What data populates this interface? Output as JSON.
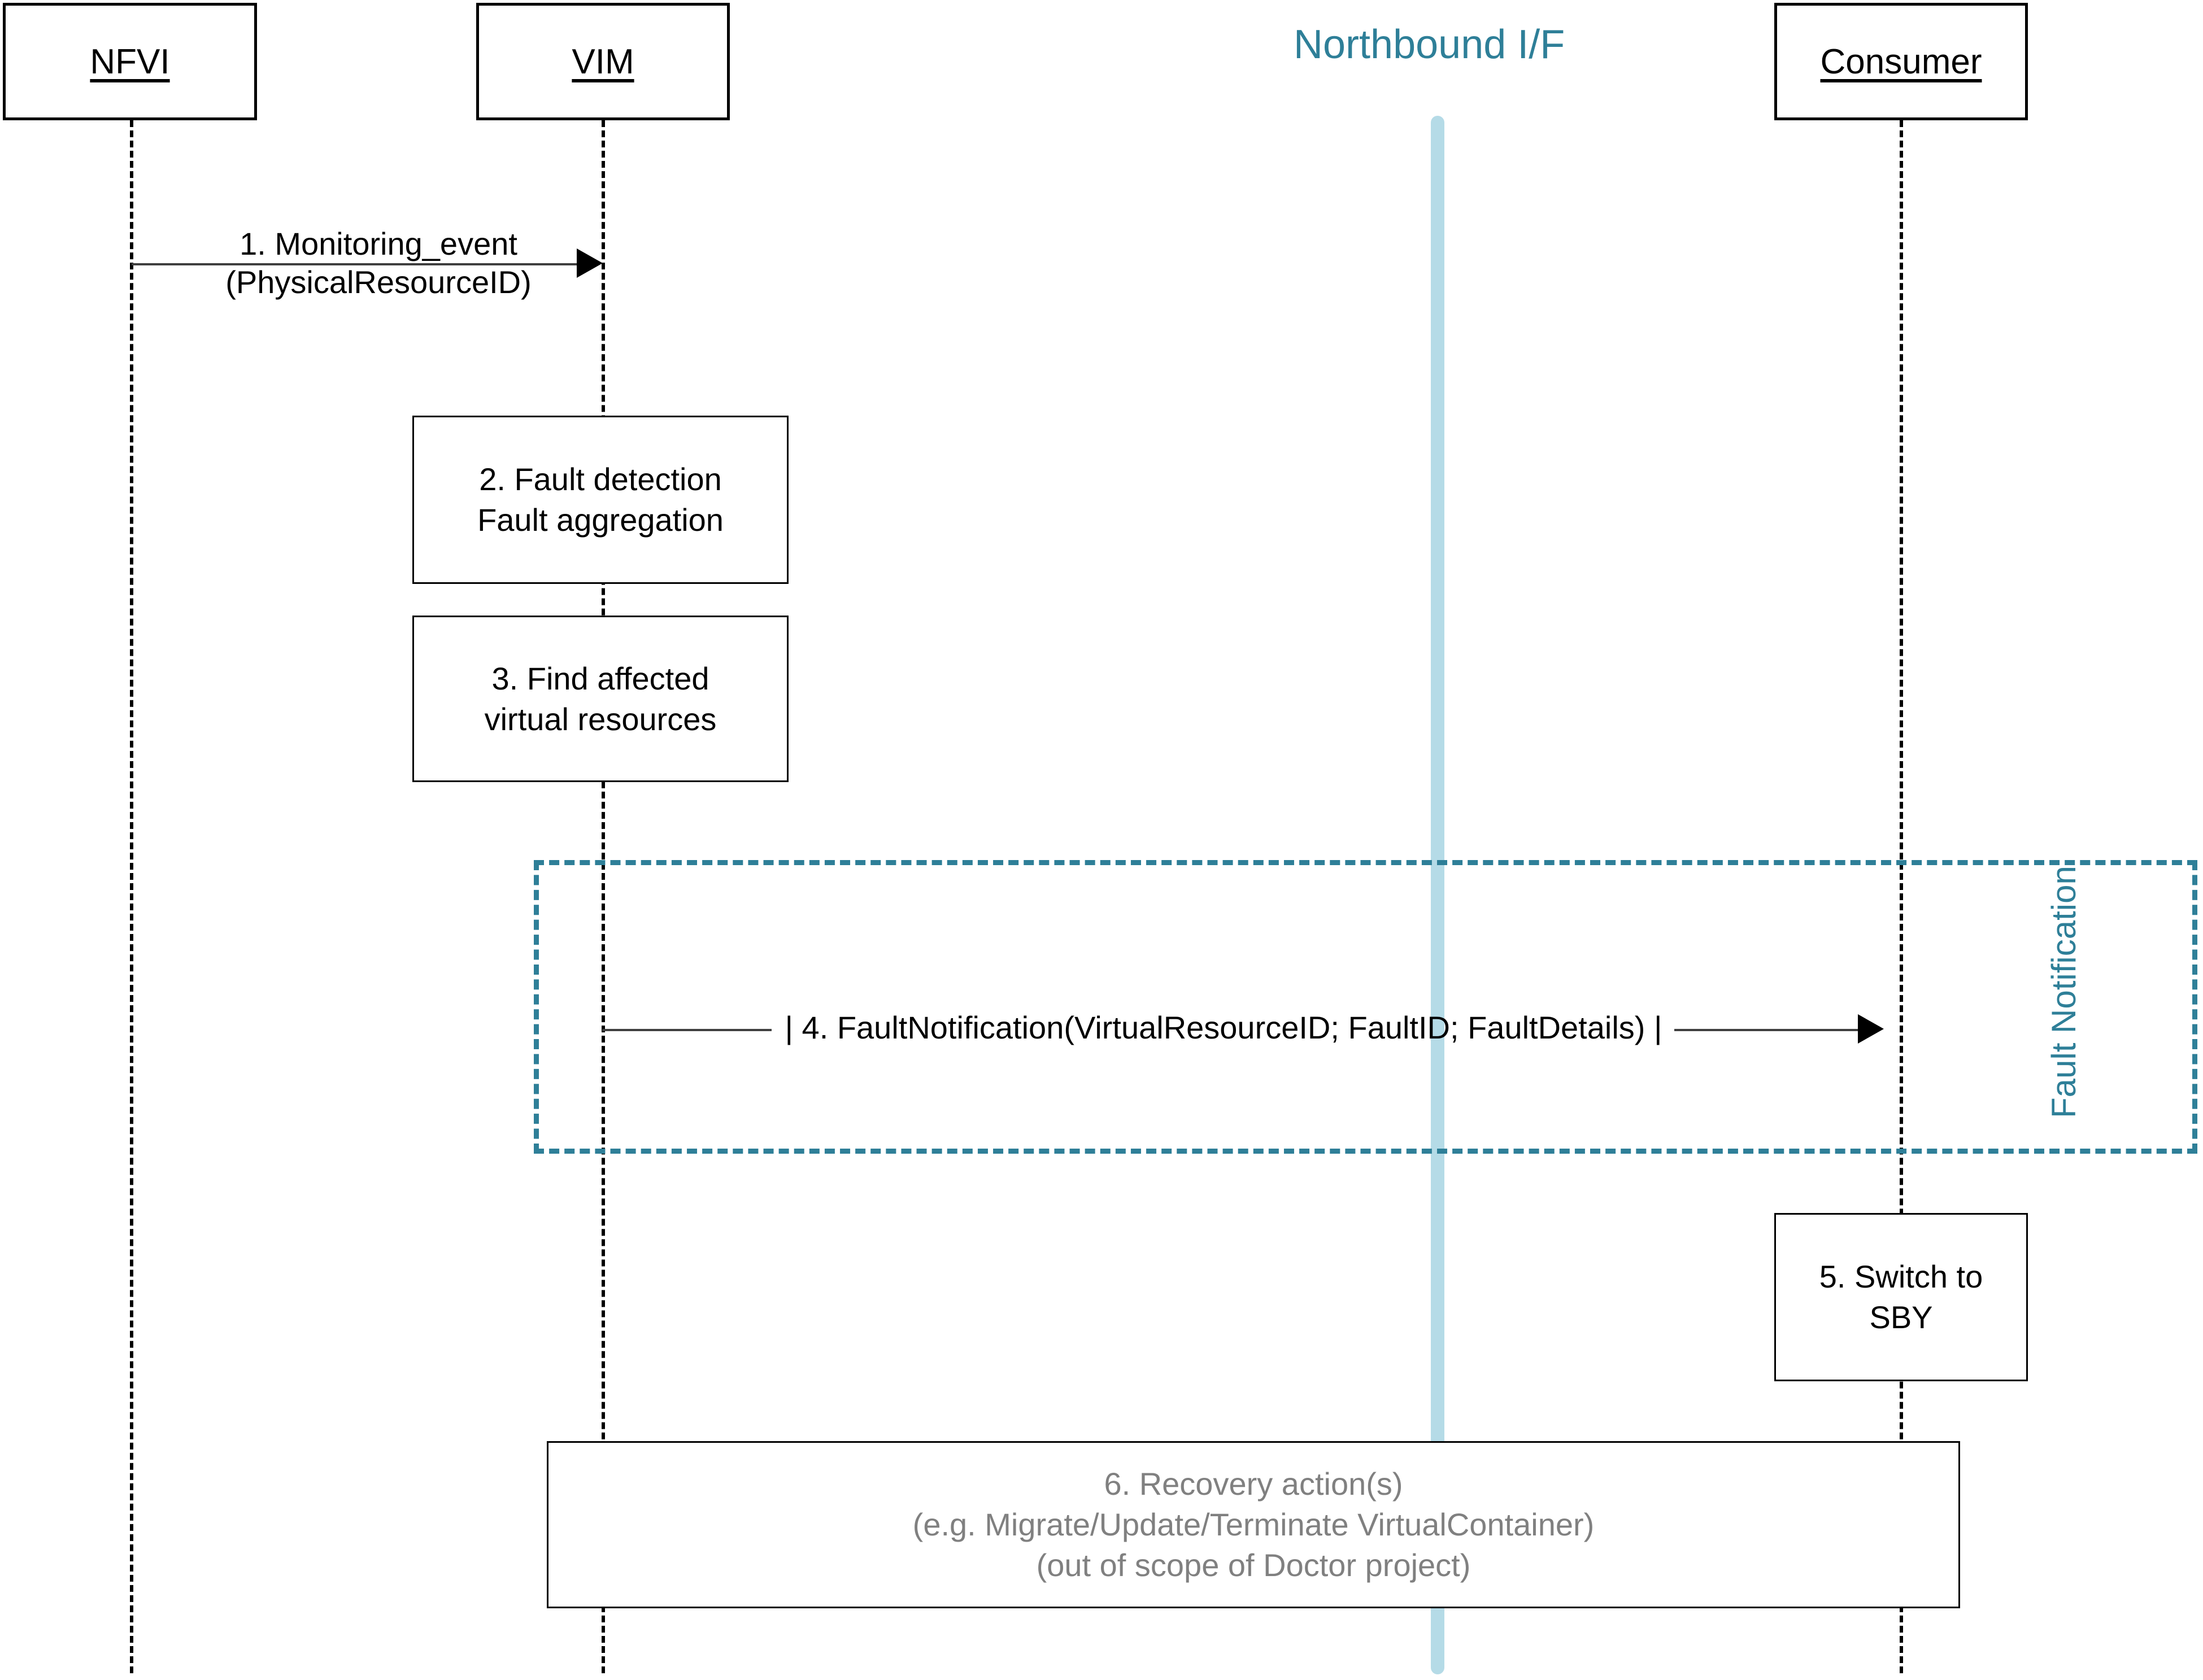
{
  "diagram": {
    "title": "Doctor fault management sequence diagram",
    "colors": {
      "accent_teal": "#2e7f98",
      "northbound_bar": "#b5dbe7",
      "text_black": "#000000",
      "text_muted": "#808080"
    }
  },
  "participants": [
    {
      "id": "nfvi",
      "label": "NFVI"
    },
    {
      "id": "vim",
      "label": "VIM"
    },
    {
      "id": "consumer",
      "label": "Consumer"
    }
  ],
  "northbound": {
    "title": "Northbound I/F"
  },
  "messages": [
    {
      "id": "msg1",
      "number": "1.",
      "lines": [
        "1. Monitoring_event",
        "(PhysicalResourceID)"
      ],
      "from": "nfvi",
      "to": "vim"
    },
    {
      "id": "msg4",
      "number": "4.",
      "lines": [
        "| 4. FaultNotification(VirtualResourceID; FaultID; FaultDetails) |"
      ],
      "from": "vim",
      "to": "consumer"
    }
  ],
  "actions": [
    {
      "id": "step2",
      "owner": "vim",
      "lines": [
        "2. Fault detection",
        "Fault aggregation"
      ]
    },
    {
      "id": "step3",
      "owner": "vim",
      "lines": [
        "3. Find affected",
        "virtual resources"
      ]
    },
    {
      "id": "step5",
      "owner": "consumer",
      "lines": [
        "5. Switch to",
        "SBY"
      ]
    },
    {
      "id": "step6",
      "owner": "span",
      "lines": [
        "6. Recovery action(s)",
        "(e.g. Migrate/Update/Terminate VirtualContainer)",
        "(out of scope of Doctor project)"
      ]
    }
  ],
  "fragment": {
    "id": "fault-notification-fragment",
    "label_line1": "Fault",
    "label_line2": "Notification"
  }
}
